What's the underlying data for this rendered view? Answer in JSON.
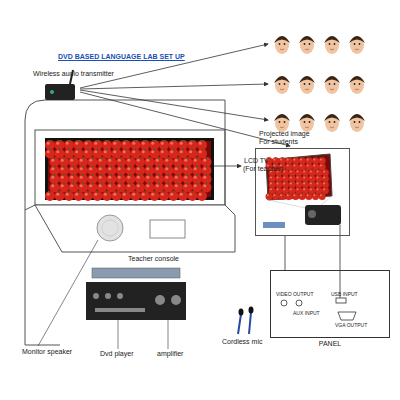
{
  "diagram": {
    "title": "DVD BASED LANGUAGE LAB SET UP",
    "nodes": [
      {
        "text": [
          "Teacher console"
        ]
      },
      {
        "text": [
          "Projected image For students"
        ]
      },
      {
        "text": [
          "PANEL"
        ]
      }
    ],
    "edges": [
      {
        "from": 2,
        "to": 1,
        "arrow": "none"
      }
    ],
    "labels": [
      "Wireless audio transmitter",
      "LCD TV",
      "(For teacher)",
      "Monitor speaker",
      "Dvd player",
      "amplifier",
      "Cordless mic",
      "VIDEO OUTPUT",
      "AUX INPUT",
      "USB INPUT",
      "VGA OUTPUT"
    ]
  }
}
